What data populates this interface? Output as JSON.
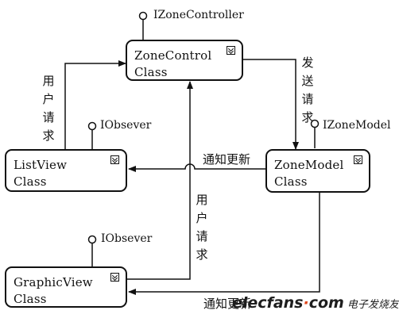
{
  "classes": {
    "zone_control": {
      "line1": "ZoneControl",
      "line2": "Class"
    },
    "list_view": {
      "line1": "ListView",
      "line2": "Class"
    },
    "zone_model": {
      "line1": "ZoneModel",
      "line2": "Class"
    },
    "graphic_view": {
      "line1": "GraphicView",
      "line2": "Class"
    }
  },
  "interfaces": {
    "zone_controller": "IZoneController",
    "list_observer": "IObsever",
    "zone_model": "IZoneModel",
    "graphic_observer": "IObsever"
  },
  "labels": {
    "user_request_left": "用户请求",
    "send_request": "发送请求",
    "notify_update_middle": "通知更新",
    "user_request_right": "用户请求",
    "notify_update_bottom": "通知更新"
  },
  "watermark": {
    "logo_part1": "elecfans",
    "logo_part2": "·",
    "logo_part3": "com",
    "chinese": "电子发烧友"
  }
}
